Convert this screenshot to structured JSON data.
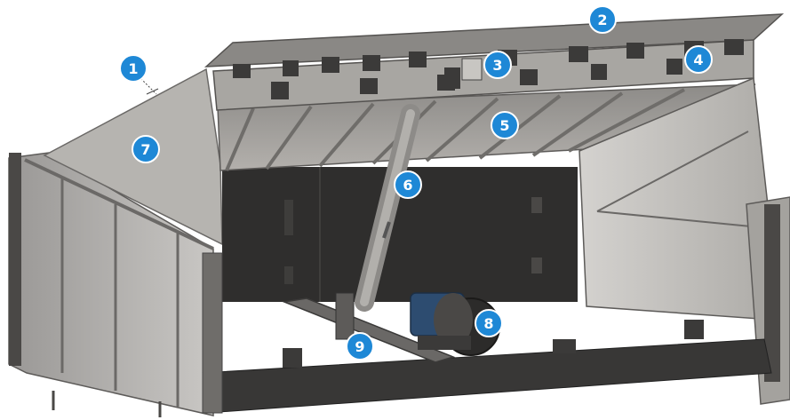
{
  "figure": {
    "subject": "dock leveler cutaway illustration",
    "callout_color": "#1e88d6",
    "callout_text_color": "#ffffff",
    "callouts": [
      {
        "id": "1",
        "label": "1"
      },
      {
        "id": "2",
        "label": "2"
      },
      {
        "id": "3",
        "label": "3"
      },
      {
        "id": "4",
        "label": "4"
      },
      {
        "id": "5",
        "label": "5"
      },
      {
        "id": "6",
        "label": "6"
      },
      {
        "id": "7",
        "label": "7"
      },
      {
        "id": "8",
        "label": "8"
      },
      {
        "id": "9",
        "label": "9"
      }
    ]
  }
}
